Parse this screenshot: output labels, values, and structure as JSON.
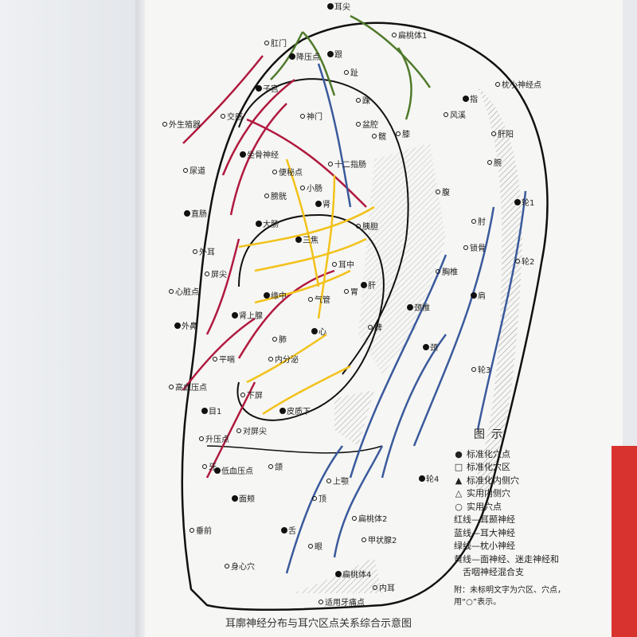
{
  "caption": "耳廓神经分布与耳穴区点关系综合示意图",
  "legend": {
    "title": "图示",
    "symbols": [
      {
        "icon": "filled-circle",
        "glyph": "●",
        "label": "标准化穴点"
      },
      {
        "icon": "square-outline",
        "glyph": "□",
        "label": "标准化穴区"
      },
      {
        "icon": "filled-triangle",
        "glyph": "▲",
        "label": "标准化内侧穴"
      },
      {
        "icon": "triangle-outline",
        "glyph": "△",
        "label": "实用内侧穴"
      },
      {
        "icon": "circle-outline",
        "glyph": "○",
        "label": "实用穴点"
      }
    ],
    "lines": [
      {
        "label": "红线—耳颞神经",
        "color": "#b0193f"
      },
      {
        "label": "蓝线—耳大神经",
        "color": "#3a5a9c"
      },
      {
        "label": "绿线—枕小神经",
        "color": "#4f7a2a"
      },
      {
        "label": "黄线—面神经、迷走神经和",
        "color": "#f2c21a"
      },
      {
        "label": "　舌咽神经混合支",
        "color": "#f2c21a"
      }
    ],
    "note_line1": "附：未标明文字为穴区、穴点，",
    "note_line2": "用“○”表示。"
  },
  "labels": [
    "耳尖",
    "扁桃体1",
    "肛门",
    "降压点",
    "外生殖器",
    "尿道",
    "直肠",
    "外耳",
    "心脏点",
    "外鼻",
    "屏尖",
    "高血压点",
    "目1",
    "升压点",
    "牙",
    "低血压点",
    "垂前",
    "身心穴",
    "扁桃体4",
    "适用牙痛点",
    "内耳",
    "舌",
    "甲状腺2",
    "上颚",
    "肾",
    "膀胱",
    "胰胆",
    "肝",
    "脾",
    "胃",
    "心",
    "肺",
    "气管",
    "三焦",
    "内分泌",
    "耳中",
    "颈椎",
    "胸椎",
    "腹",
    "肩",
    "肘",
    "腕",
    "指",
    "风溪",
    "肝阳",
    "轮1",
    "轮2",
    "轮3",
    "轮4",
    "枕小神经点",
    "锁骨",
    "颈",
    "神门",
    "盆腔",
    "坐骨神经",
    "交感",
    "便秘点",
    "子宫",
    "髋",
    "膝",
    "跟",
    "趾",
    "踝",
    "大肠",
    "小肠",
    "十二指肠",
    "缘中",
    "顶",
    "眼",
    "皮质下",
    "对屏尖",
    "平喘",
    "肾上腺",
    "下屏",
    "颌",
    "面颊",
    "扁桃体2"
  ],
  "colors": {
    "red_nerve": "#b0193f",
    "blue_nerve": "#3a5a9c",
    "green_nerve": "#4f7a2a",
    "yellow_nerve": "#f2c21a",
    "page_edge": "#d8332e"
  }
}
